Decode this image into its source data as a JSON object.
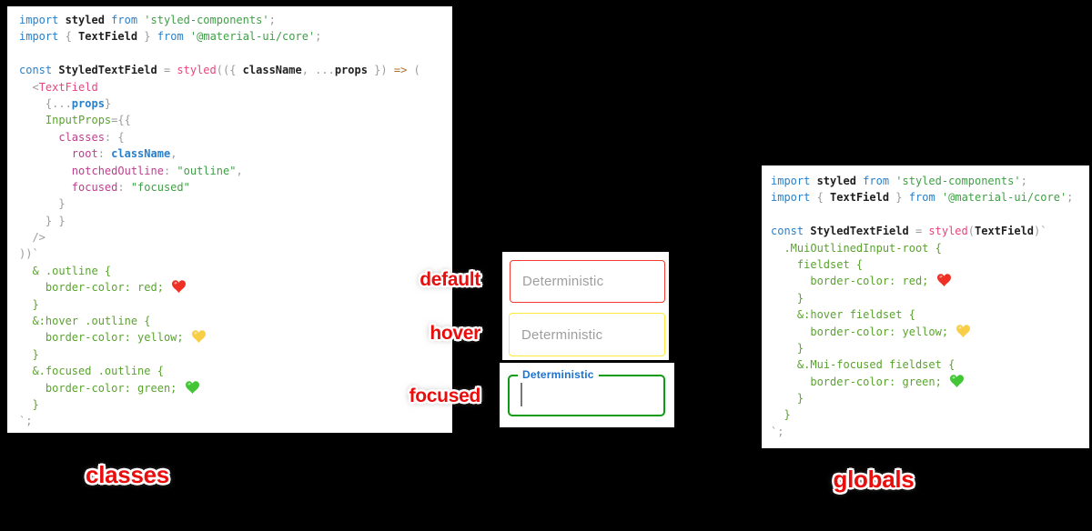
{
  "colors": {
    "background": "#000000",
    "panel_bg": "#ffffff",
    "label_red": "#e90e0e",
    "focused_label_blue": "#1a73d2",
    "syntax": {
      "keyword": "#2a7fc9",
      "plain": "#1f1f1f",
      "punct": "#9b9b9b",
      "string": "#3f9f46",
      "pink": "#e8457c",
      "key": "#bb3f8c",
      "green": "#5aa32e",
      "blue": "#2a7fc9",
      "arrow": "#b06f28"
    }
  },
  "hearts": {
    "red": "#ee3124",
    "yellow": "#f9ce47",
    "green": "#43c636"
  },
  "code_panels": {
    "classes": {
      "lines": [
        [
          [
            "kw",
            "import"
          ],
          [
            "id",
            " styled "
          ],
          [
            "kw",
            "from"
          ],
          [
            "st",
            " 'styled-components'"
          ],
          [
            "pu",
            ";"
          ]
        ],
        [
          [
            "kw",
            "import"
          ],
          [
            "pu",
            " { "
          ],
          [
            "id",
            "TextField"
          ],
          [
            "pu",
            " } "
          ],
          [
            "kw",
            "from"
          ],
          [
            "st",
            " '@material-ui/core'"
          ],
          [
            "pu",
            ";"
          ]
        ],
        [],
        [
          [
            "kw",
            "const"
          ],
          [
            "id",
            " StyledTextField "
          ],
          [
            "pu",
            "= "
          ],
          [
            "pk",
            "styled"
          ],
          [
            "pu",
            "(({ "
          ],
          [
            "id",
            "className"
          ],
          [
            "pu",
            ", ..."
          ],
          [
            "id",
            "props"
          ],
          [
            "pu",
            " }) "
          ],
          [
            "ar",
            "=>"
          ],
          [
            "pu",
            " ("
          ]
        ],
        [
          [
            "pu",
            "  <"
          ],
          [
            "pk",
            "TextField"
          ]
        ],
        [
          [
            "pu",
            "    {..."
          ],
          [
            "bl",
            "props"
          ],
          [
            "pu",
            "}"
          ]
        ],
        [
          [
            "gr",
            "    InputProps"
          ],
          [
            "pu",
            "={{"
          ]
        ],
        [
          [
            "mk",
            "      classes"
          ],
          [
            "pu",
            ": {"
          ]
        ],
        [
          [
            "mk",
            "        root"
          ],
          [
            "pu",
            ": "
          ],
          [
            "bl",
            "className"
          ],
          [
            "pu",
            ","
          ]
        ],
        [
          [
            "mk",
            "        notchedOutline"
          ],
          [
            "pu",
            ": "
          ],
          [
            "st",
            "\"outline\""
          ],
          [
            "pu",
            ","
          ]
        ],
        [
          [
            "mk",
            "        focused"
          ],
          [
            "pu",
            ": "
          ],
          [
            "st",
            "\"focused\""
          ]
        ],
        [
          [
            "pu",
            "      }"
          ]
        ],
        [
          [
            "pu",
            "    } }"
          ]
        ],
        [
          [
            "pu",
            "  />"
          ]
        ],
        [
          [
            "pu",
            "))`"
          ]
        ],
        [
          [
            "gr",
            "  & .outline {"
          ]
        ],
        [
          [
            "gr",
            "    border-color: red; "
          ],
          [
            "heart",
            "red"
          ]
        ],
        [
          [
            "gr",
            "  }"
          ]
        ],
        [
          [
            "gr",
            "  &:hover .outline {"
          ]
        ],
        [
          [
            "gr",
            "    border-color: yellow; "
          ],
          [
            "heart",
            "yellow"
          ]
        ],
        [
          [
            "gr",
            "  }"
          ]
        ],
        [
          [
            "gr",
            "  &.focused .outline {"
          ]
        ],
        [
          [
            "gr",
            "    border-color: green; "
          ],
          [
            "heart",
            "green"
          ]
        ],
        [
          [
            "gr",
            "  }"
          ]
        ],
        [
          [
            "pu",
            "`;"
          ]
        ]
      ]
    },
    "globals": {
      "lines": [
        [
          [
            "kw",
            "import"
          ],
          [
            "id",
            " styled "
          ],
          [
            "kw",
            "from"
          ],
          [
            "st",
            " 'styled-components'"
          ],
          [
            "pu",
            ";"
          ]
        ],
        [
          [
            "kw",
            "import"
          ],
          [
            "pu",
            " { "
          ],
          [
            "id",
            "TextField"
          ],
          [
            "pu",
            " } "
          ],
          [
            "kw",
            "from"
          ],
          [
            "st",
            " '@material-ui/core'"
          ],
          [
            "pu",
            ";"
          ]
        ],
        [],
        [
          [
            "kw",
            "const"
          ],
          [
            "id",
            " StyledTextField "
          ],
          [
            "pu",
            "= "
          ],
          [
            "pk",
            "styled"
          ],
          [
            "pu",
            "("
          ],
          [
            "id",
            "TextField"
          ],
          [
            "pu",
            ")`"
          ]
        ],
        [
          [
            "gr",
            "  .MuiOutlinedInput-root {"
          ]
        ],
        [
          [
            "gr",
            "    fieldset {"
          ]
        ],
        [
          [
            "gr",
            "      border-color: red; "
          ],
          [
            "heart",
            "red"
          ]
        ],
        [
          [
            "gr",
            "    }"
          ]
        ],
        [
          [
            "gr",
            "    &:hover fieldset {"
          ]
        ],
        [
          [
            "gr",
            "      border-color: yellow; "
          ],
          [
            "heart",
            "yellow"
          ]
        ],
        [
          [
            "gr",
            "    }"
          ]
        ],
        [
          [
            "gr",
            "    &.Mui-focused fieldset {"
          ]
        ],
        [
          [
            "gr",
            "      border-color: green; "
          ],
          [
            "heart",
            "green"
          ]
        ],
        [
          [
            "gr",
            "    }"
          ]
        ],
        [
          [
            "gr",
            "  }"
          ]
        ],
        [
          [
            "pu",
            "`;"
          ]
        ]
      ]
    }
  },
  "fields": {
    "default": {
      "label": "Deterministic",
      "border": "#f43b31"
    },
    "hover": {
      "label": "Deterministic",
      "border": "#ffe93b"
    },
    "focused": {
      "label": "Deterministic",
      "border": "#0f9b13",
      "label_color": "#1a73d2"
    }
  },
  "state_labels": {
    "default": "default",
    "hover": "hover",
    "focused": "focused"
  },
  "section_labels": {
    "classes": "classes",
    "globals": "globals"
  }
}
